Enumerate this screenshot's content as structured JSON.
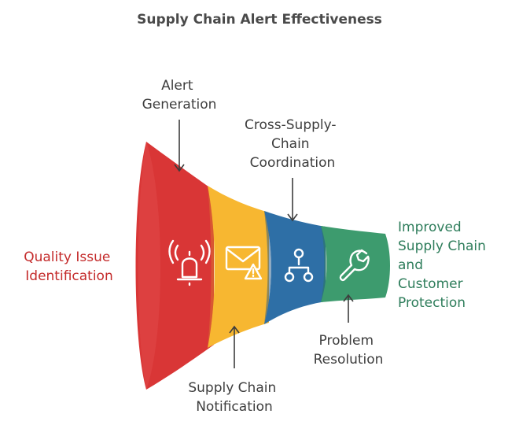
{
  "title": "Supply Chain Alert Effectiveness",
  "left_label": [
    "Quality Issue",
    "Identification"
  ],
  "right_label": [
    "Improved",
    "Supply Chain",
    "and",
    "Customer",
    "Protection"
  ],
  "stages": [
    {
      "label": [
        "Alert",
        "Generation"
      ],
      "color": "#d93636",
      "icon": "alarm-bell-icon"
    },
    {
      "label": [
        "Supply Chain",
        "Notification"
      ],
      "color": "#f7b731",
      "icon": "mail-alert-icon"
    },
    {
      "label": [
        "Cross-Supply-",
        "Chain",
        "Coordination"
      ],
      "color": "#2e6fa6",
      "icon": "hierarchy-network-icon"
    },
    {
      "label": [
        "Problem",
        "Resolution"
      ],
      "color": "#3d9b6e",
      "icon": "wrench-icon"
    }
  ],
  "colors": {
    "red_text": "#c42b2b",
    "green_text": "#2e7d5b"
  }
}
